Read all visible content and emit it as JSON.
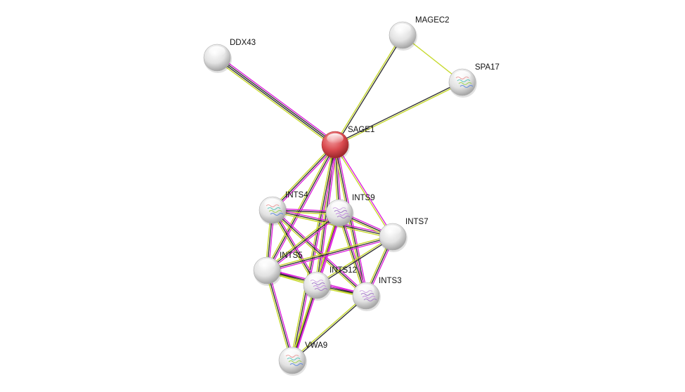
{
  "channel_colors": {
    "experiments": "#dd22dd",
    "coexpression": "#333333",
    "textmining": "#c6d92c"
  },
  "query_node_color": "#d9494e",
  "node_color": "#dcdcdc",
  "nodes": [
    {
      "id": "DDX43",
      "label": "DDX43",
      "query": false,
      "structure": false
    },
    {
      "id": "MAGEC2",
      "label": "MAGEC2",
      "query": false,
      "structure": false
    },
    {
      "id": "SPA17",
      "label": "SPA17",
      "query": false,
      "structure": true
    },
    {
      "id": "SAGE1",
      "label": "SAGE1",
      "query": true,
      "structure": false
    },
    {
      "id": "INTS4",
      "label": "INTS4",
      "query": false,
      "structure": true
    },
    {
      "id": "INTS9",
      "label": "INTS9",
      "query": false,
      "structure": true
    },
    {
      "id": "INTS7",
      "label": "INTS7",
      "query": false,
      "structure": false
    },
    {
      "id": "INTS5",
      "label": "INTS5",
      "query": false,
      "structure": false
    },
    {
      "id": "INTS12",
      "label": "INTS12",
      "query": false,
      "structure": true
    },
    {
      "id": "INTS3",
      "label": "INTS3",
      "query": false,
      "structure": true
    },
    {
      "id": "VWA9",
      "label": "VWA9",
      "query": false,
      "structure": true
    }
  ],
  "edges": [
    {
      "a": "DDX43",
      "b": "SAGE1",
      "channels": [
        "experiments",
        "coexpression",
        "coexpression",
        "textmining"
      ]
    },
    {
      "a": "MAGEC2",
      "b": "SAGE1",
      "channels": [
        "coexpression",
        "textmining"
      ]
    },
    {
      "a": "MAGEC2",
      "b": "SPA17",
      "channels": [
        "textmining"
      ]
    },
    {
      "a": "SPA17",
      "b": "SAGE1",
      "channels": [
        "textmining",
        "coexpression"
      ]
    },
    {
      "a": "SAGE1",
      "b": "INTS4",
      "channels": [
        "experiments",
        "coexpression",
        "textmining"
      ]
    },
    {
      "a": "SAGE1",
      "b": "INTS9",
      "channels": [
        "experiments",
        "coexpression",
        "textmining"
      ]
    },
    {
      "a": "SAGE1",
      "b": "INTS7",
      "channels": [
        "experiments",
        "textmining"
      ]
    },
    {
      "a": "SAGE1",
      "b": "INTS5",
      "channels": [
        "experiments",
        "coexpression",
        "textmining"
      ]
    },
    {
      "a": "SAGE1",
      "b": "INTS12",
      "channels": [
        "experiments",
        "coexpression",
        "textmining"
      ]
    },
    {
      "a": "SAGE1",
      "b": "INTS3",
      "channels": [
        "experiments",
        "coexpression",
        "textmining"
      ]
    },
    {
      "a": "SAGE1",
      "b": "VWA9",
      "channels": [
        "experiments",
        "coexpression",
        "textmining"
      ]
    },
    {
      "a": "INTS4",
      "b": "INTS9",
      "channels": [
        "experiments",
        "coexpression",
        "textmining"
      ]
    },
    {
      "a": "INTS4",
      "b": "INTS7",
      "channels": [
        "experiments",
        "coexpression",
        "textmining"
      ]
    },
    {
      "a": "INTS4",
      "b": "INTS5",
      "channels": [
        "experiments",
        "coexpression",
        "textmining"
      ]
    },
    {
      "a": "INTS4",
      "b": "INTS12",
      "channels": [
        "experiments",
        "coexpression",
        "textmining"
      ]
    },
    {
      "a": "INTS4",
      "b": "INTS3",
      "channels": [
        "experiments",
        "coexpression",
        "textmining"
      ]
    },
    {
      "a": "INTS9",
      "b": "INTS7",
      "channels": [
        "experiments",
        "coexpression",
        "textmining"
      ]
    },
    {
      "a": "INTS9",
      "b": "INTS5",
      "channels": [
        "experiments",
        "coexpression",
        "textmining"
      ]
    },
    {
      "a": "INTS9",
      "b": "INTS12",
      "channels": [
        "experiments",
        "coexpression",
        "textmining"
      ]
    },
    {
      "a": "INTS9",
      "b": "INTS3",
      "channels": [
        "experiments",
        "coexpression",
        "textmining"
      ]
    },
    {
      "a": "INTS9",
      "b": "VWA9",
      "channels": [
        "experiments",
        "textmining"
      ]
    },
    {
      "a": "INTS7",
      "b": "INTS5",
      "channels": [
        "experiments",
        "coexpression",
        "textmining"
      ]
    },
    {
      "a": "INTS7",
      "b": "INTS12",
      "channels": [
        "coexpression",
        "textmining"
      ]
    },
    {
      "a": "INTS7",
      "b": "INTS3",
      "channels": [
        "experiments",
        "coexpression",
        "textmining"
      ]
    },
    {
      "a": "INTS5",
      "b": "INTS12",
      "channels": [
        "experiments",
        "coexpression",
        "textmining"
      ]
    },
    {
      "a": "INTS5",
      "b": "INTS3",
      "channels": [
        "experiments",
        "coexpression",
        "textmining"
      ]
    },
    {
      "a": "INTS5",
      "b": "VWA9",
      "channels": [
        "experiments",
        "coexpression",
        "textmining"
      ]
    },
    {
      "a": "INTS12",
      "b": "INTS3",
      "channels": [
        "experiments",
        "coexpression",
        "textmining"
      ]
    },
    {
      "a": "INTS12",
      "b": "VWA9",
      "channels": [
        "experiments",
        "coexpression",
        "textmining"
      ]
    },
    {
      "a": "INTS3",
      "b": "VWA9",
      "channels": [
        "coexpression",
        "textmining"
      ]
    }
  ]
}
